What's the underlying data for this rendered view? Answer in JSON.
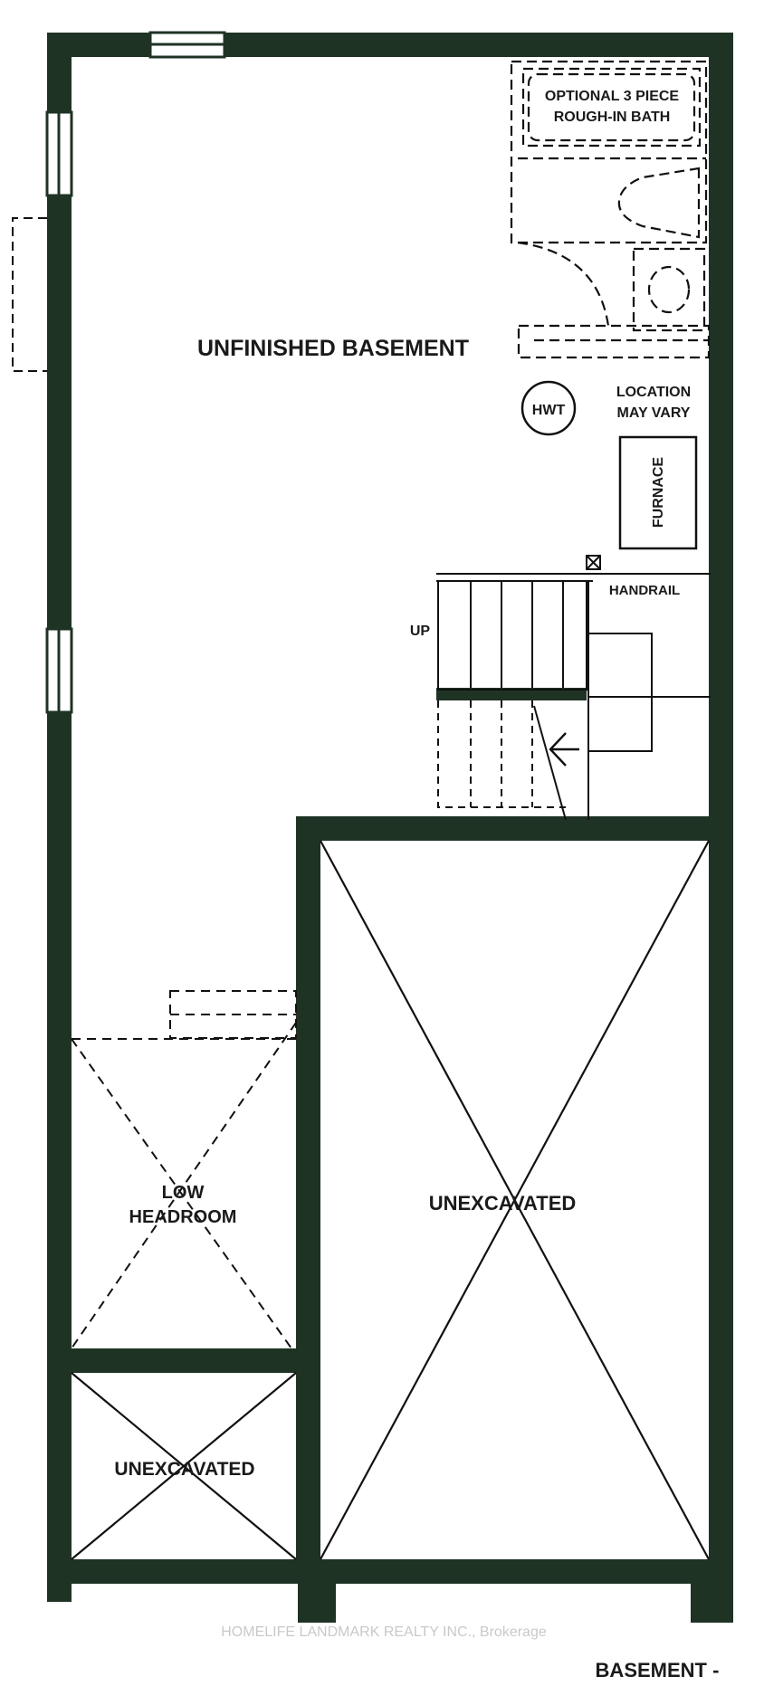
{
  "plan": {
    "wall_color": "#1f3324",
    "line_color": "#111111",
    "labels": {
      "unfinished_basement": "UNFINISHED BASEMENT",
      "optional_bath_line1": "OPTIONAL 3 PIECE",
      "optional_bath_line2": "ROUGH-IN BATH",
      "hwt": "HWT",
      "location_line1": "LOCATION",
      "location_line2": "MAY VARY",
      "furnace": "FURNACE",
      "handrail": "HANDRAIL",
      "up": "UP",
      "low_headroom_line1": "LOW",
      "low_headroom_line2": "HEADROOM",
      "unexcavated_large": "UNEXCAVATED",
      "unexcavated_small": "UNEXCAVATED",
      "floor_title": "BASEMENT -"
    },
    "watermark": "HOMELIFE LANDMARK REALTY INC., Brokerage"
  }
}
